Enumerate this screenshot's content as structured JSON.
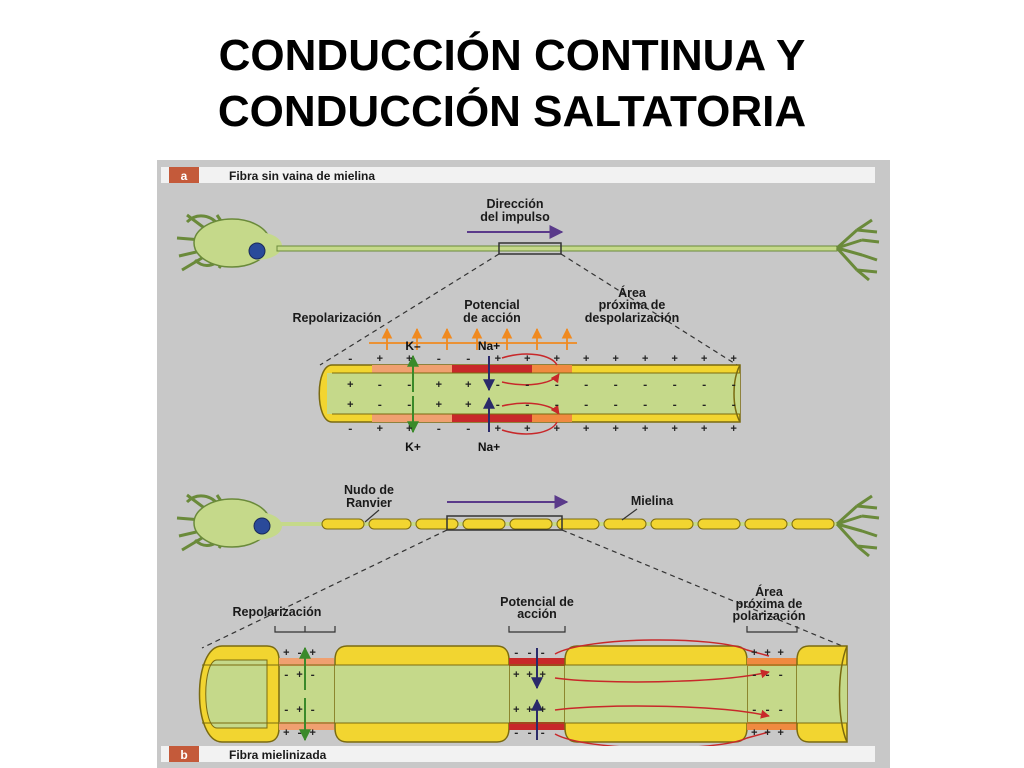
{
  "slide": {
    "title_line1": "CONDUCCIÓN CONTINUA Y",
    "title_line2": "CONDUCCIÓN SALTATORIA"
  },
  "panel_a": {
    "letter": "a",
    "header": "Fibra sin vaina de mielina",
    "direction_line1": "Dirección",
    "direction_line2": "del impulso",
    "repolarization": "Repolarización",
    "action_potential_line1": "Potencial",
    "action_potential_line2": "de acción",
    "area_line1": "Área",
    "area_line2": "próxima de",
    "area_line3": "despolarización",
    "ion_k_top": "K–",
    "ion_na_top": "Na+",
    "ion_k_bottom": "K+",
    "ion_na_bottom": "Na+"
  },
  "panel_b": {
    "letter": "b",
    "header": "Fibra mielinizada",
    "node_line1": "Nudo de",
    "node_line2": "Ranvier",
    "myelin": "Mielina",
    "repolarization": "Repolarización",
    "action_potential_line1": "Potencial de",
    "action_potential_line2": "acción",
    "area_line1": "Área",
    "area_line2": "próxima de",
    "area_line3": "polarización"
  },
  "colors": {
    "panel_bg": "#c8c8c8",
    "header_bar": "#f2f2f2",
    "letter_badge": "#c45a3a",
    "axon_green": "#c5d98a",
    "myelin_yellow": "#f2d530",
    "action_red": "#c8282a",
    "repol_orange": "#f0a070",
    "arrow_purple": "#5a3a8a"
  }
}
